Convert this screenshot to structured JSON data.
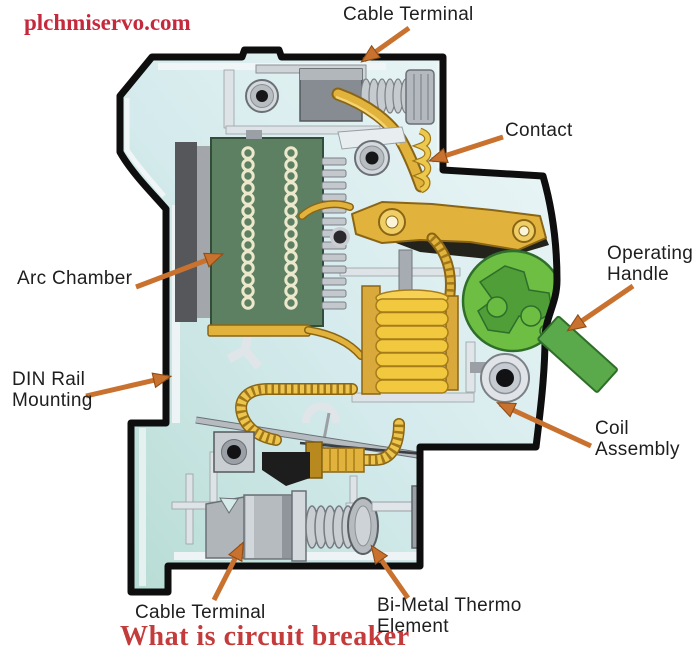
{
  "watermark": {
    "text": "plchmiservo.com",
    "color": "#c5293c"
  },
  "caption": {
    "text": "What is circuit breaker",
    "color": "#c43b3b"
  },
  "labels": {
    "cable_terminal_top": "Cable Terminal",
    "contact": "Contact",
    "operating_handle": "Operating Handle",
    "arc_chamber": "Arc Chamber",
    "din_rail_mounting": "DIN Rail Mounting",
    "coil_assembly": "Coil Assembly",
    "cable_terminal_bottom": "Cable Terminal",
    "bi_metal_thermo_element": "Bi-Metal Thermo Element"
  },
  "diagram": {
    "subject": "Miniature circuit breaker cutaway cross-section",
    "colors": {
      "body_fill": "#d4eaec",
      "outline": "#0e0e0e",
      "arc_chamber_green": "#5d8063",
      "coil_gold": "#f2c83e",
      "contact_brass": "#e2b33c",
      "handle_green": "#6fbe44",
      "metal_gray": "#c3c8cd",
      "arrow_orange": "#c9722f"
    }
  }
}
